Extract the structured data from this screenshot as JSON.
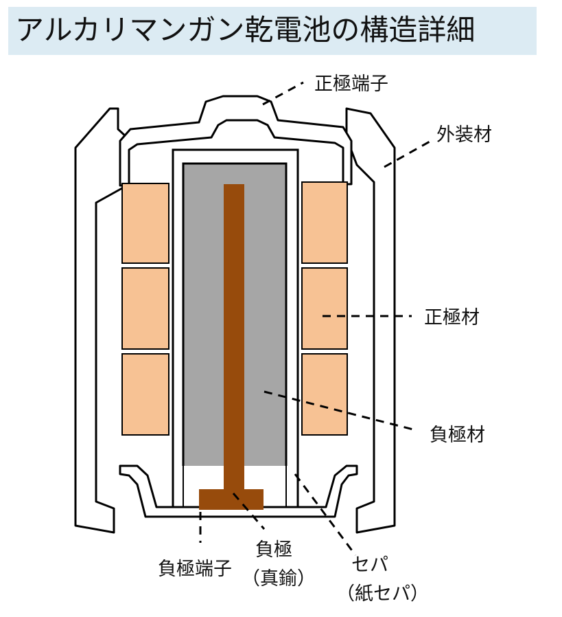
{
  "title": "アルカリマンガン乾電池の構造詳細",
  "labels": {
    "positive_terminal": "正極端子",
    "outer_casing": "外装材",
    "positive_material": "正極材",
    "negative_material": "負極材",
    "negative_terminal": "負極端子",
    "negative_electrode_line1": "負極",
    "negative_electrode_line2": "（真鍮）",
    "separator_line1": "セパ",
    "separator_line2": "（紙セパ）"
  },
  "colors": {
    "title_background": "#dcebf3",
    "positive_material": "#f7c294",
    "negative_material": "#a6a6a6",
    "negative_electrode": "#974b0c",
    "outline": "#000000"
  }
}
